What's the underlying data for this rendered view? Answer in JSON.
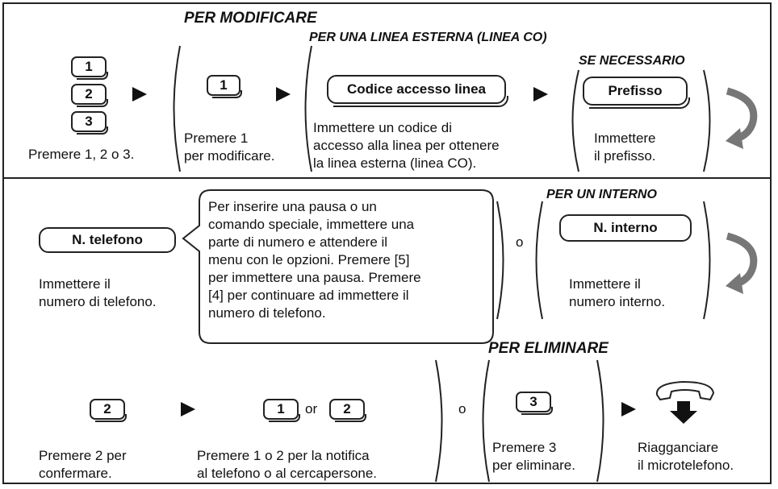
{
  "headings": {
    "modify": "PER MODIFICARE",
    "external_line": "PER UNA LINEA ESTERNA (LINEA CO)",
    "if_needed": "SE NECESSARIO",
    "internal": "PER UN INTERNO",
    "delete": "PER ELIMINARE"
  },
  "step_select": {
    "keys": [
      "1",
      "2",
      "3"
    ],
    "caption": "Premere 1, 2 o 3."
  },
  "step_modify": {
    "key": "1",
    "caption_line1": "Premere 1",
    "caption_line2": "per modificare."
  },
  "step_line_access": {
    "button": "Codice accesso linea",
    "caption_line1": "Immettere un codice di",
    "caption_line2": "accesso alla linea per ottenere",
    "caption_line3": "la linea esterna (linea CO)."
  },
  "step_prefix": {
    "button": "Prefisso",
    "caption_line1": "Immettere",
    "caption_line2": "il prefisso."
  },
  "step_phone": {
    "button": "N. telefono",
    "caption_line1": "Immettere il",
    "caption_line2": "numero di telefono."
  },
  "note_bubble": {
    "line1": "Per inserire una pausa o un",
    "line2": "comando speciale, immettere una",
    "line3": "parte di numero e attendere il",
    "line4": "menu con le opzioni. Premere [5]",
    "line5": "per immettere una pausa. Premere",
    "line6": "[4] per continuare ad immettere il",
    "line7": "numero di telefono."
  },
  "or_label": "o",
  "step_internal": {
    "button": "N. interno",
    "caption_line1": "Immettere il",
    "caption_line2": "numero interno."
  },
  "step_confirm": {
    "key": "2",
    "caption_line1": "Premere 2 per",
    "caption_line2": "confermare."
  },
  "step_notify": {
    "key1": "1",
    "or_word": "or",
    "key2": "2",
    "caption_line1": "Premere 1 o 2 per la notifica",
    "caption_line2": "al telefono o al cercapersone."
  },
  "step_delete": {
    "key": "3",
    "caption_line1": "Premere 3",
    "caption_line2": "per eliminare."
  },
  "step_hangup": {
    "icon": "handset-down-icon",
    "caption_line1": "Riagganciare",
    "caption_line2": "il microtelefono."
  },
  "icons": [
    "arrow-right-icon",
    "continue-curve-arrow-icon",
    "handset-down-icon"
  ],
  "colors": {
    "line": "#222222",
    "curve_arrow": "#777777",
    "background": "#ffffff"
  }
}
